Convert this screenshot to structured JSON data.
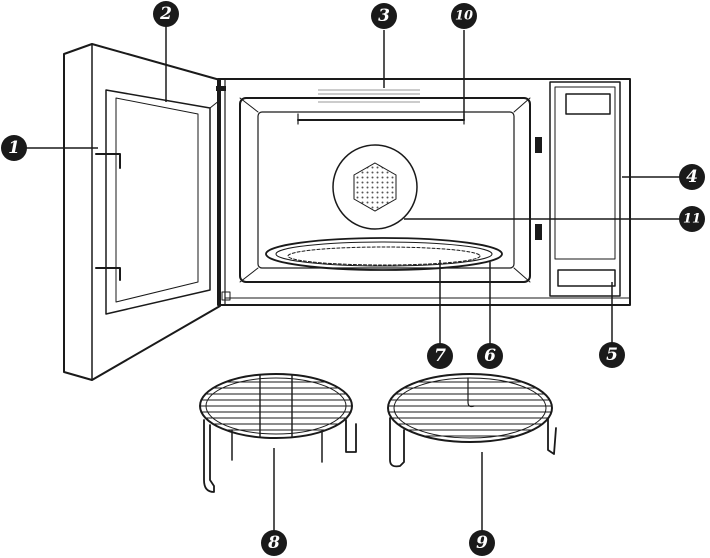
{
  "callouts": [
    {
      "id": "c1",
      "label": "1"
    },
    {
      "id": "c2",
      "label": "2"
    },
    {
      "id": "c3",
      "label": "3"
    },
    {
      "id": "c4",
      "label": "4"
    },
    {
      "id": "c5",
      "label": "5"
    },
    {
      "id": "c6",
      "label": "6"
    },
    {
      "id": "c7",
      "label": "7"
    },
    {
      "id": "c8",
      "label": "8"
    },
    {
      "id": "c9",
      "label": "9"
    },
    {
      "id": "c10",
      "label": "10"
    },
    {
      "id": "c11",
      "label": "11"
    }
  ],
  "colors": {
    "ink": "#1a1a1a",
    "paper": "#ffffff"
  }
}
